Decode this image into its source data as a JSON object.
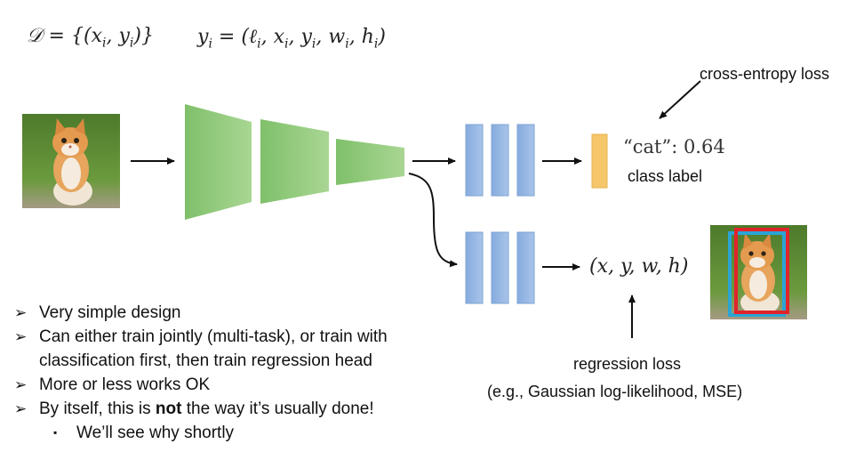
{
  "formula": {
    "dataset": "D = {(x_i, y_i)}",
    "target": "y_i = (ℓ_i, x_i, y_i, w_i, h_i)"
  },
  "class_output": {
    "value": "“cat”: 0.64",
    "label": "class label",
    "loss": "cross-entropy loss"
  },
  "box_output": {
    "value": "(x, y, w, h)",
    "loss": "regression loss",
    "loss_examples": "(e.g., Gaussian log-likelihood, MSE)"
  },
  "bullets": [
    {
      "marker": "➢",
      "text": "Very simple design"
    },
    {
      "marker": "➢",
      "lines": [
        "Can either train jointly (multi-task), or train with",
        "classification first, then train regression head"
      ]
    },
    {
      "marker": "➢",
      "text": "More or less works OK"
    },
    {
      "marker": "➢",
      "pre": "By itself, this is ",
      "bold": "not",
      "post": " the way it’s usually done!"
    },
    {
      "marker": "▪",
      "text": "We’ll see why shortly",
      "level": 2
    }
  ],
  "colors": {
    "encoder": "#8fca78",
    "heads": "#9dbbe4",
    "class_box": "#f6c66a",
    "pred_box": "#e0242b",
    "gt_box": "#2aa4d6"
  }
}
